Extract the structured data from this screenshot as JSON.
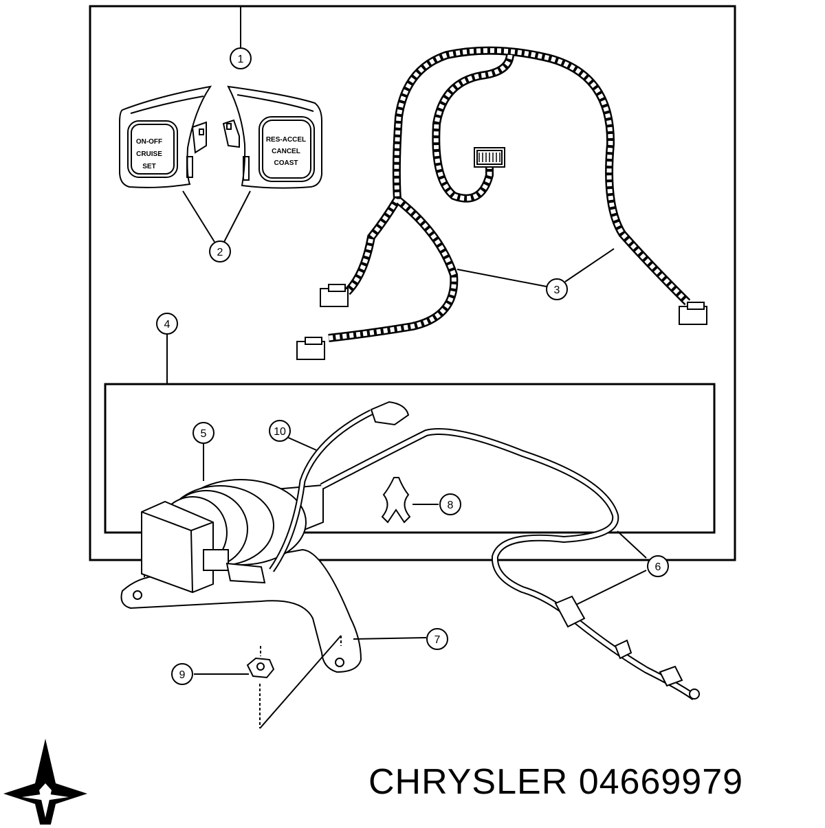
{
  "brand": "CHRYSLER",
  "part_number": "04669979",
  "callouts": {
    "c1": "1",
    "c2": "2",
    "c3": "3",
    "c4": "4",
    "c5": "5",
    "c6": "6",
    "c7": "7",
    "c8": "8",
    "c9": "9",
    "c10": "10"
  },
  "left_switch": {
    "line1": "ON-OFF",
    "line2": "CRUISE",
    "line3": "SET"
  },
  "right_switch": {
    "line1": "RES-ACCEL",
    "line2": "CANCEL",
    "line3": "COAST"
  },
  "logo_icon": "pentastar-icon"
}
